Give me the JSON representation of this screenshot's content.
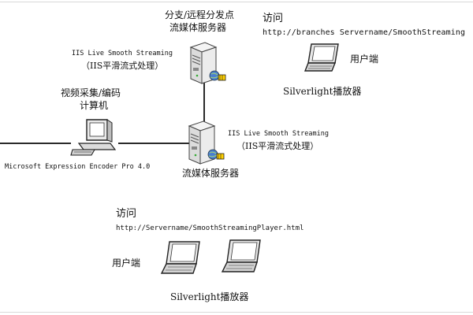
{
  "top_server": {
    "title_line1": "分支/远程分发点",
    "title_line2": "流媒体服务器",
    "iis_line1": "IIS Live Smooth Streaming",
    "iis_line2": "（IIS平滑流式处理）"
  },
  "branch_access": {
    "label": "访问",
    "url": "http://branches Servername/SmoothStreaming"
  },
  "branch_client": {
    "user_label": "用户端",
    "player_label": "Silverlight播放器"
  },
  "encoder": {
    "label_line1": "视频采集/编码",
    "label_line2": "计算机",
    "software": "Microsoft Expression Encoder Pro 4.0"
  },
  "main_server": {
    "iis_line1": "IIS Live Smooth Streaming",
    "iis_line2": "（IIS平滑流式处理）",
    "title": "流媒体服务器"
  },
  "main_access": {
    "label": "访问",
    "url": "http://Servername/SmoothStreamingPlayer.html"
  },
  "main_client": {
    "user_label": "用户端",
    "player_label": "Silverlight播放器"
  },
  "icons": [
    "server-icon",
    "laptop-icon",
    "desktop-computer-icon",
    "globe-badge-icon"
  ]
}
